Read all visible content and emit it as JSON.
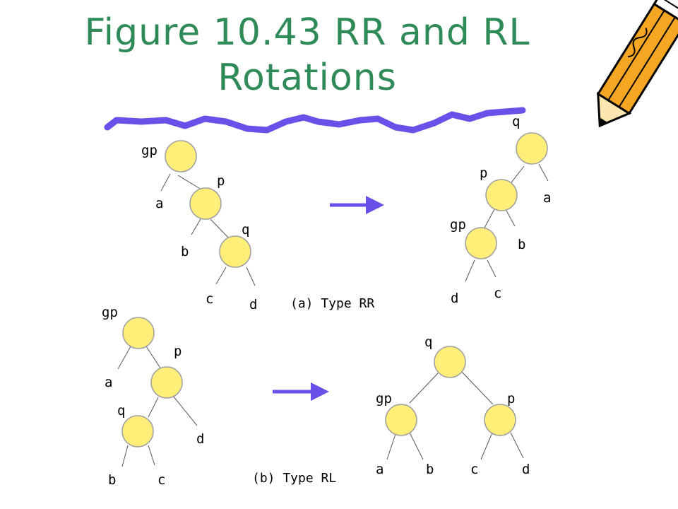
{
  "title": {
    "line1": "Figure 10.43 RR and RL",
    "line2": "Rotations"
  },
  "captions": {
    "rr": "(a) Type RR",
    "rl": "(b) Type RL"
  },
  "colors": {
    "title": "#2e8b57",
    "node_fill": "#ffee77",
    "accent": "#6a4fe8",
    "pencil": "#f5a623"
  },
  "rr_before": {
    "gp": "gp",
    "p": "p",
    "q": "q",
    "a": "a",
    "b": "b",
    "c": "c",
    "d": "d"
  },
  "rr_after": {
    "q": "q",
    "p": "p",
    "gp": "gp",
    "a": "a",
    "b": "b",
    "d": "d",
    "c": "c"
  },
  "rl_before": {
    "gp": "gp",
    "p": "p",
    "q": "q",
    "a": "a",
    "d": "d",
    "b": "b",
    "c": "c"
  },
  "rl_after": {
    "q": "q",
    "gp": "gp",
    "p": "p",
    "a": "a",
    "b": "b",
    "c": "c",
    "d": "d"
  },
  "decorations": {
    "pencil_icon": "pencil-icon",
    "underline": "wavy-underline"
  }
}
